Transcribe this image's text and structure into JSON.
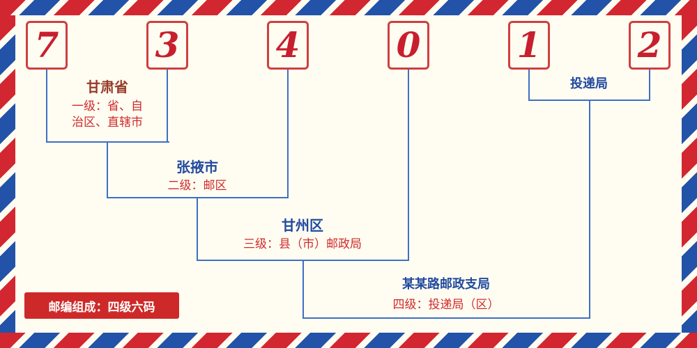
{
  "postal_code": {
    "full": "734012",
    "digits": [
      "7",
      "3",
      "4",
      "0",
      "1",
      "2"
    ]
  },
  "labels": {
    "level1": {
      "title": "甘肃省",
      "desc_line1": "一级：省、自",
      "desc_line2": "治区、直辖市"
    },
    "level2": {
      "title": "张掖市",
      "desc": "二级：邮区"
    },
    "level3": {
      "title": "甘州区",
      "desc": "三级：县（市）邮政局"
    },
    "level4": {
      "title": "某某路邮政支局",
      "desc": "四级：投递局（区）"
    },
    "delivery": {
      "title": "投递局"
    }
  },
  "badge": {
    "text": "邮编组成：四级六码"
  },
  "colors": {
    "background": "#fffdf2",
    "digit_red": "#c81f2e",
    "box_border_red": "#cf3f3f",
    "connector_blue": "#3e6fc4",
    "title_navy": "#224a9e",
    "province_brown": "#953a28",
    "level_red": "#cf2b2b",
    "badge_background": "#ce2929",
    "stripe_red": "#d22730",
    "stripe_blue": "#2353a8"
  }
}
